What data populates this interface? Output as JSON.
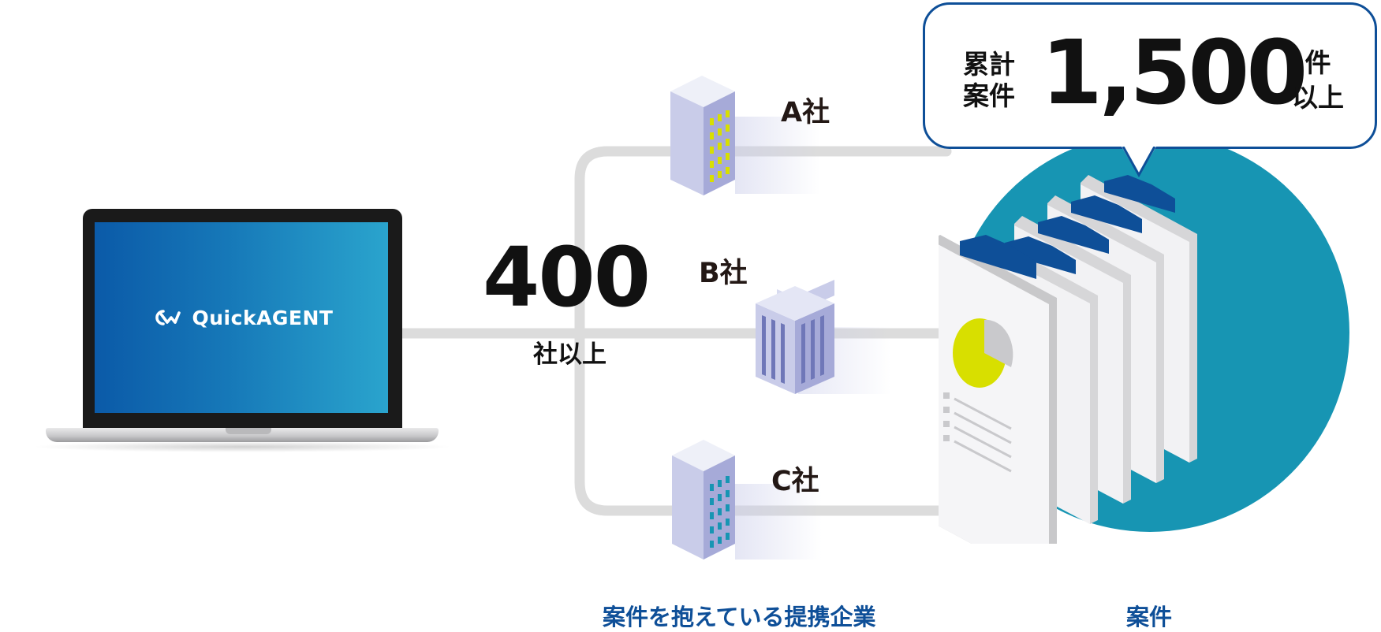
{
  "laptop": {
    "brand_name": "QuickAGENT",
    "icon": "quickagent-logo-icon"
  },
  "partners": {
    "count": "400",
    "count_suffix": "社以上",
    "companies": [
      {
        "label": "A社",
        "icon": "office-building-icon"
      },
      {
        "label": "B社",
        "icon": "office-building-icon"
      },
      {
        "label": "C社",
        "icon": "office-building-icon"
      }
    ],
    "caption": "案件を抱えている提携企業"
  },
  "jobs": {
    "total_label": "累計案件",
    "total_label_line1": "累計",
    "total_label_line2": "案件",
    "total_value": "1,500",
    "total_unit_line1": "件",
    "total_unit_line2": "以上",
    "icon": "clipboard-stack-icon",
    "caption": "案件"
  },
  "colors": {
    "accent_blue": "#0e4f98",
    "circle_teal": "#1795b3",
    "chart_yellow": "#d8df00",
    "connector_gray": "#dcdcdc",
    "building_lavender": "#c9cce9"
  }
}
